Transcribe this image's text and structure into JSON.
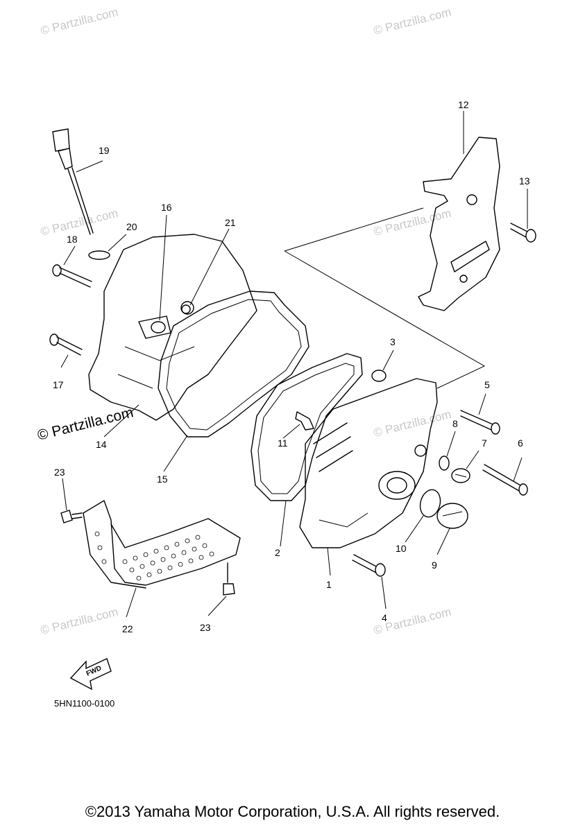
{
  "watermark": "© Partzilla.com",
  "diagram_code": "5HN1100-0100",
  "fwd_label": "FWD",
  "copyright": "©2013 Yamaha Motor Corporation, U.S.A. All rights reserved.",
  "callouts": [
    "1",
    "2",
    "3",
    "4",
    "5",
    "6",
    "7",
    "8",
    "9",
    "10",
    "11",
    "12",
    "13",
    "14",
    "15",
    "16",
    "17",
    "18",
    "19",
    "20",
    "21",
    "22",
    "23",
    "23"
  ]
}
